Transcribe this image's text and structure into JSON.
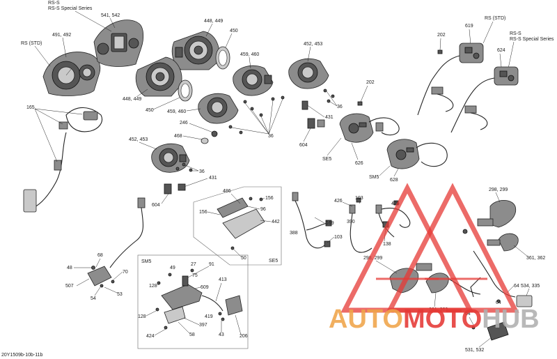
{
  "diagram": {
    "reference": "20Y1509b-10b-11b",
    "labels": {
      "rs_s": "RS-S",
      "rs_s_special": "RS-S Special Series",
      "rs_std_left": "RS (STD)",
      "gauge_std": "491, 492",
      "gauge_sport": "541, 542",
      "headlight_top": "448, 449",
      "ring_top": "450",
      "headlight_mid": "448, 449",
      "ring_mid": "450",
      "proj_upper": "459, 460",
      "proj_lower": "459, 460",
      "proj_far": "452, 453",
      "proj_bottom": "452, 453",
      "harness_165": "165",
      "part_246": "246",
      "part_468": "468",
      "screws_36_a": "36",
      "screws_36_b": "36",
      "screws_36_c": "36",
      "clip_202_mid": "202",
      "clip_431_mid": "431",
      "conn_604_mid": "604",
      "se5_mid": "SE5",
      "part_626": "626",
      "sm5_mid": "SM5",
      "part_628": "628",
      "clip_431_low": "431",
      "conn_604_low": "604",
      "clip_202_right": "202",
      "switch_619": "619",
      "rs_std_right": "RS (STD)",
      "rs_s_right": "RS-S",
      "rs_s_special_right": "RS-S Special Series",
      "switch_624": "624",
      "se5_box_486": "486",
      "se5_box_156a": "156",
      "se5_box_156b": "156",
      "se5_box_96": "96",
      "se5_box_442": "442",
      "se5_box_50": "50",
      "se5_box_tag": "SE5",
      "harness_426a": "426",
      "harness_103a": "103",
      "harness_426b": "426",
      "harness_388": "388",
      "harness_169": "169",
      "harness_103b": "103",
      "harness_390": "390",
      "harness_138": "138",
      "signal_298_top": "298, 299",
      "signal_361_top": "361, 362",
      "signal_298_low": "298, 299",
      "signal_361_low": "361, 362",
      "part_64a": "64",
      "part_64b": "64",
      "part_534": "534, 335",
      "part_64c": "64",
      "part_531": "531, 532",
      "sens_68": "68",
      "sens_48": "48",
      "sens_507": "507",
      "sens_70": "70",
      "sens_54": "54",
      "sens_53": "53",
      "sm5_box_tag": "SM5",
      "sm5_49": "49",
      "sm5_27": "27",
      "sm5_91": "91",
      "sm5_128a": "128",
      "sm5_75": "75",
      "sm5_609": "609",
      "sm5_413": "413",
      "sm5_128b": "128",
      "sm5_419": "419",
      "sm5_397": "397",
      "sm5_58": "58",
      "sm5_43": "43",
      "sm5_424": "424",
      "sm5_206": "206"
    }
  },
  "watermark": {
    "part1": "AUTO",
    "part2": "MOTO",
    "part3": "HUB"
  }
}
